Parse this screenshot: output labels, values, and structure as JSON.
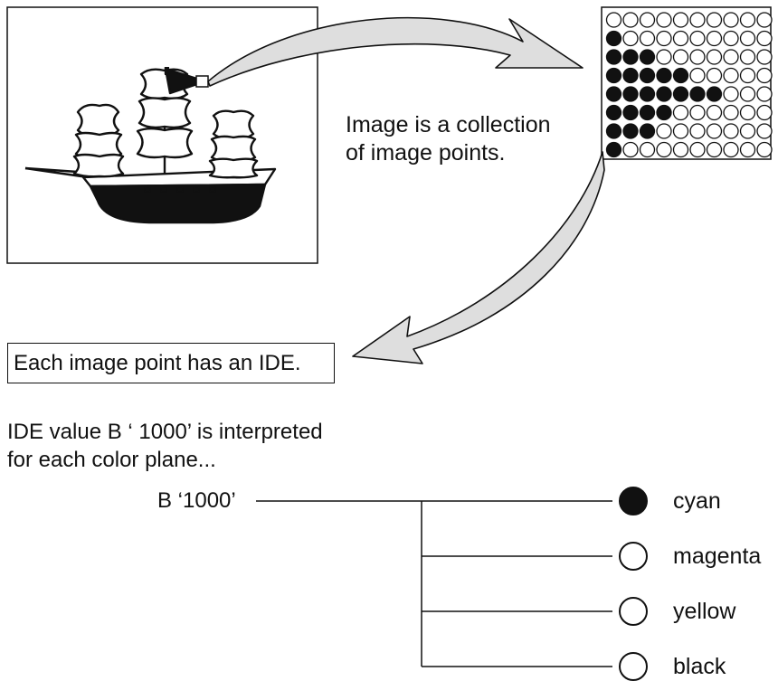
{
  "caption_collection": [
    "Image is a collection",
    "of image points."
  ],
  "ide_box_label": "Each image point has an IDE.",
  "interpretation_text": [
    "IDE value B ‘ 1000’ is interpreted",
    "for each color plane..."
  ],
  "ide_value_label": "B ‘1000’",
  "point_matrix": {
    "filled_per_row": [
      0,
      1,
      3,
      5,
      7,
      4,
      3,
      1
    ],
    "columns": 10
  },
  "color_planes": [
    {
      "name": "cyan",
      "bit": 1
    },
    {
      "name": "magenta",
      "bit": 0
    },
    {
      "name": "yellow",
      "bit": 0
    },
    {
      "name": "black",
      "bit": 0
    }
  ]
}
